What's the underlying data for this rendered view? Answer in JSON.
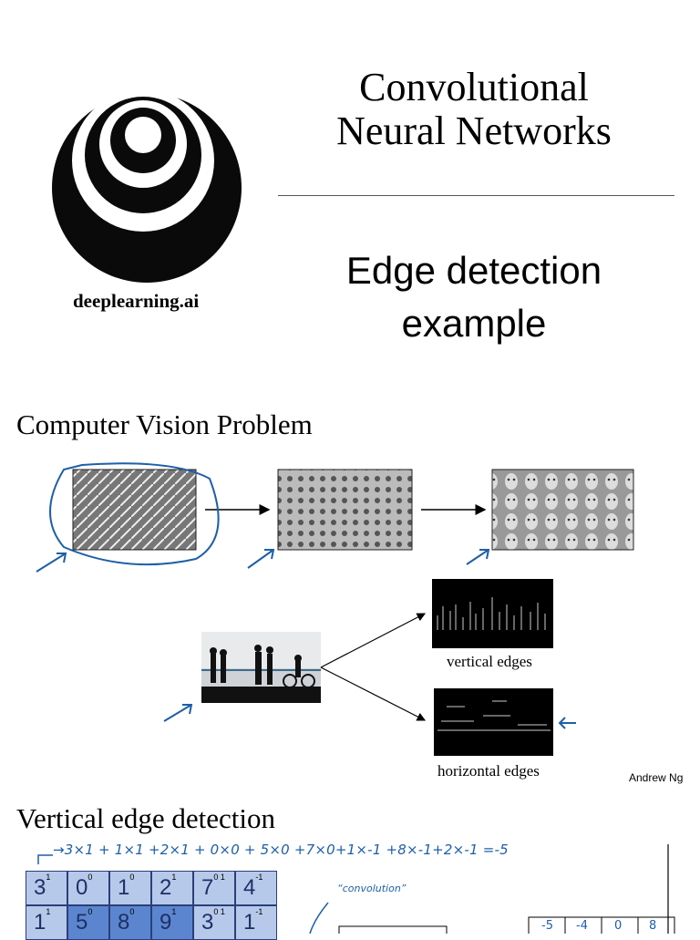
{
  "slide1": {
    "logo_text": "deeplearning.ai",
    "title_line1": "Convolutional",
    "title_line2": "Neural Networks",
    "subtitle_line1": "Edge detection",
    "subtitle_line2": "example"
  },
  "slide2": {
    "title": "Computer Vision Problem",
    "caption_vertical": "vertical edges",
    "caption_horizontal": "horizontal edges",
    "author": "Andrew Ng"
  },
  "slide3": {
    "title": "Vertical edge detection",
    "handwritten_equation": "→3×1 + 1×1 +2×1 + 0×0 + 5×0 +7×0+1×-1 +8×-1+2×-1 =-5",
    "handwritten_label": "“convolution”",
    "grid_row1": [
      "3",
      "0",
      "1",
      "2",
      "7",
      "4"
    ],
    "grid_row1_sup": [
      "1",
      "0",
      "0",
      "1",
      "0 1",
      "-1"
    ],
    "grid_row2": [
      "1",
      "5",
      "8",
      "9",
      "3",
      "1"
    ],
    "grid_row2_sup": [
      "1",
      "0",
      "0",
      "1",
      "0 1",
      "-1"
    ],
    "result_row1": [
      "-5",
      "-4",
      "0",
      "8"
    ]
  },
  "colors": {
    "ink_blue": "#1d5fa8",
    "grid_highlight": "#5b86cf",
    "grid_base": "#b7c9ea"
  }
}
